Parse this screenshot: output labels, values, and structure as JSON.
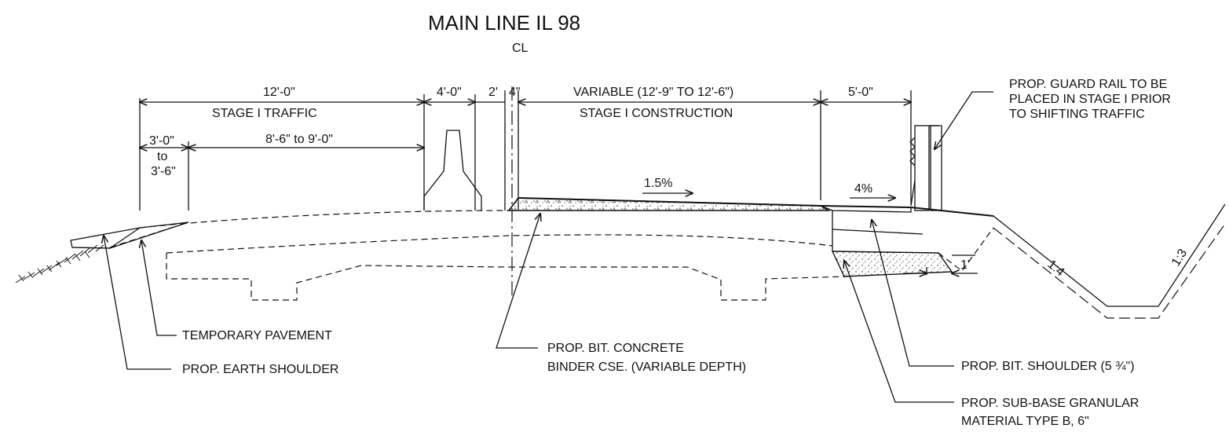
{
  "title": "MAIN LINE IL 98",
  "centerline_label": "CL",
  "dimensions": {
    "stage_traffic_width": "12'-0\"",
    "stage_traffic_label": "STAGE I TRAFFIC",
    "barrier_width": "4'-0\"",
    "gap_2": "2'",
    "gap_4": "4\"",
    "construction_width": "VARIABLE (12'-9\" TO 12'-6\")",
    "construction_label": "STAGE I CONSTRUCTION",
    "shoulder_width": "5'-0\"",
    "earth_shoulder_width_1": "3'-0\"",
    "earth_shoulder_width_2": "to",
    "earth_shoulder_width_3": "3'-6\"",
    "lane_width": "8'-6\" to 9'-0\""
  },
  "slopes": {
    "pavement": "1.5%",
    "shoulder": "4%",
    "foreslope": "1:4",
    "backslope": "1:3",
    "offset": "1'"
  },
  "callouts": {
    "guard_rail_1": "PROP. GUARD RAIL TO BE",
    "guard_rail_2": "PLACED IN STAGE I PRIOR",
    "guard_rail_3": "TO SHIFTING TRAFFIC",
    "temporary_pavement": "TEMPORARY PAVEMENT",
    "earth_shoulder": "PROP. EARTH SHOULDER",
    "binder_1": "PROP. BIT. CONCRETE",
    "binder_2": "BINDER CSE. (VARIABLE DEPTH)",
    "bit_shoulder": "PROP. BIT. SHOULDER (5 ¾\")",
    "subbase_1": "PROP. SUB-BASE GRANULAR",
    "subbase_2": "MATERIAL  TYPE B, 6\""
  }
}
